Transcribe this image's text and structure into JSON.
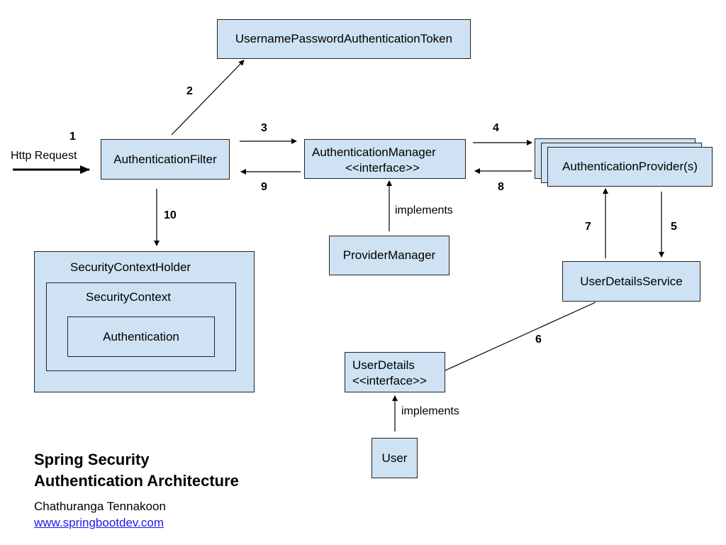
{
  "boxes": {
    "token": "UsernamePasswordAuthenticationToken",
    "filter": "AuthenticationFilter",
    "manager_line1": "AuthenticationManager",
    "manager_line2": "<<interface>>",
    "provider": "AuthenticationProvider(s)",
    "provider_manager": "ProviderManager",
    "user_details_service": "UserDetailsService",
    "security_context_holder": "SecurityContextHolder",
    "security_context": "SecurityContext",
    "authentication": "Authentication",
    "user_details_line1": "UserDetails",
    "user_details_line2": "<<interface>>",
    "user": "User"
  },
  "labels": {
    "http_request": "Http Request",
    "implements_manager": "implements",
    "implements_user": "implements"
  },
  "steps": {
    "s1": "1",
    "s2": "2",
    "s3": "3",
    "s4": "4",
    "s5": "5",
    "s6": "6",
    "s7": "7",
    "s8": "8",
    "s9": "9",
    "s10": "10"
  },
  "footer": {
    "title_line1": "Spring Security",
    "title_line2": "Authentication Architecture",
    "author": "Chathuranga Tennakoon",
    "link": "www.springbootdev.com"
  },
  "colors": {
    "box_fill": "#cfe2f3",
    "link": "#1a1aee"
  }
}
